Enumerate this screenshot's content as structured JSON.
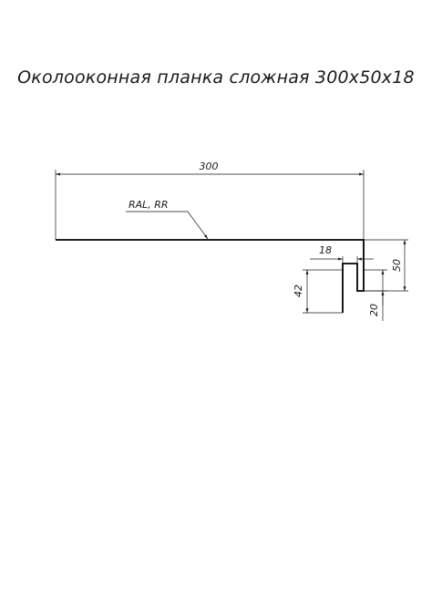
{
  "title": "Околооконная планка сложная 300х50х18",
  "dimensions": {
    "width": "300",
    "depth": "50",
    "flange": "18",
    "leg": "42",
    "return": "20"
  },
  "callout": "RAL, RR"
}
